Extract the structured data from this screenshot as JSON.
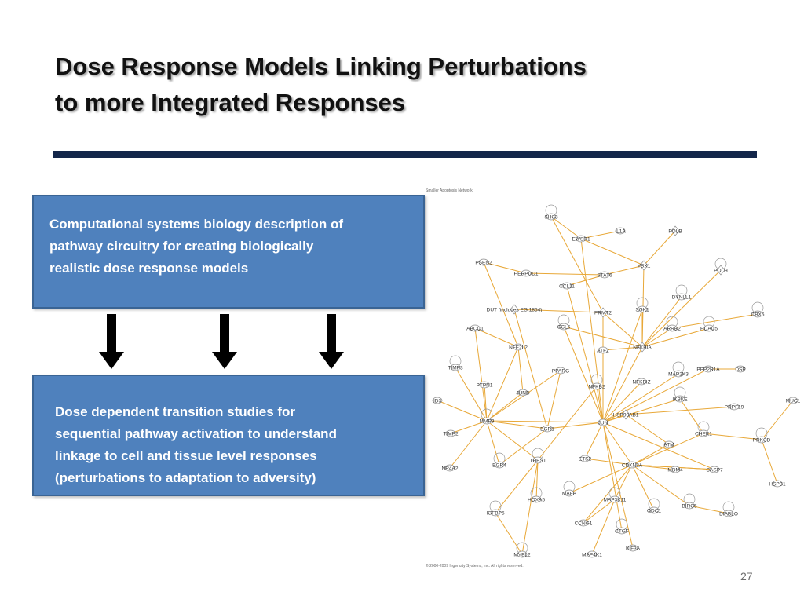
{
  "slide": {
    "title_line1": "Dose Response Models Linking Perturbations",
    "title_line2": "to more Integrated Responses",
    "page_number": "27"
  },
  "box_top": {
    "lines": [
      "Computational systems biology description of",
      "pathway circuitry for creating biologically",
      "realistic dose response models"
    ]
  },
  "box_bottom": {
    "lines": [
      "Dose dependent transition studies for",
      "sequential pathway activation to understand",
      "linkage to cell and tissue level responses",
      "(perturbations to adaptation to adversity)"
    ]
  },
  "network": {
    "caption": "Smaller Apoptosis Network",
    "copyright": "© 2000-2009 Ingenuity Systems, Inc. All rights reserved.",
    "nodes": [
      "SHC3",
      "IL1A",
      "POLB",
      "EWSR1",
      "PSEN2",
      "HERPUD1",
      "YBX1",
      "STAT6",
      "POLH",
      "CCL11",
      "DYNLL1",
      "DUT (includes EG:1854)",
      "PRMT2",
      "SGK1",
      "ABCC1",
      "CCL5",
      "ARRB2",
      "HDAC5",
      "CBX5",
      "NFE2L2",
      "ATF2",
      "NFKBIA",
      "TIMP3",
      "PPARG",
      "MAP2K3",
      "PPP2R1A",
      "DSP",
      "PTPN1",
      "NFKB2",
      "NFKBIZ",
      "JUND",
      "ID3",
      "IKBKE",
      "PRPF19",
      "MUC1",
      "HSP90AB1",
      "MMP9",
      "EGR1",
      "JUN",
      "TIMP2",
      "CHEK1",
      "ATM",
      "PRKCD",
      "NR4A2",
      "EGR4",
      "THBS1",
      "ETS2",
      "CDKN2A",
      "CASP7",
      "MDM4",
      "HSPB1",
      "MAFB",
      "HOXA5",
      "MAP3K11",
      "ODC1",
      "BIRC5",
      "IGFBP5",
      "DIABLO",
      "CCNG1",
      "CTGF",
      "KIF3A",
      "MYBL2",
      "MAP4K1"
    ]
  },
  "colors": {
    "box_fill": "#4f81bd",
    "rule": "#13264a",
    "edge": "#e8a838"
  },
  "icons": {
    "arrow": "down-arrow-icon"
  }
}
